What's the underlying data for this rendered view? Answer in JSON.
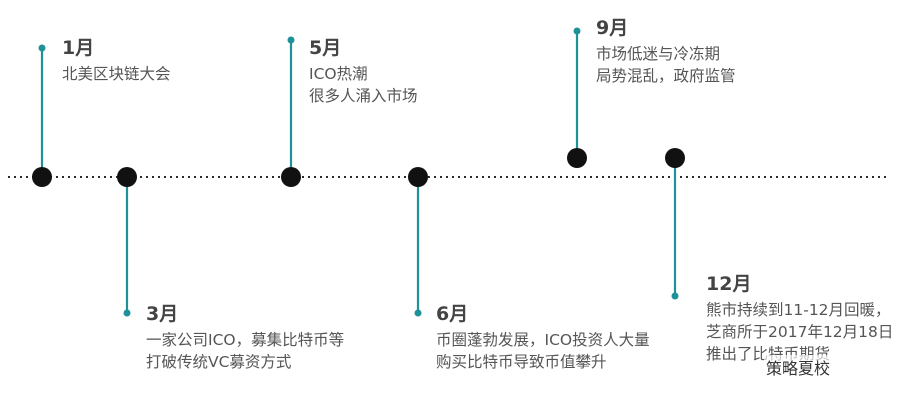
{
  "events": [
    {
      "month": "1月",
      "lines": [
        "北美区块链大会"
      ]
    },
    {
      "month": "3月",
      "lines": [
        "一家公司ICO，募集比特币等",
        "打破传统VC募资方式"
      ]
    },
    {
      "month": "5月",
      "lines": [
        "ICO热潮",
        "很多人涌入市场"
      ]
    },
    {
      "month": "6月",
      "lines": [
        "币圈蓬勃发展，ICO投资人大量",
        "购买比特币导致币值攀升"
      ]
    },
    {
      "month": "9月",
      "lines": [
        "市场低迷与冷冻期",
        "局势混乱，政府监管"
      ]
    },
    {
      "month": "12月",
      "lines": [
        "熊市持续到11-12月回暖，",
        "芝商所于2017年12月18日",
        "推出了比特币期货"
      ]
    }
  ],
  "watermark": "策略夏校",
  "colors": {
    "stem": "#1f9198",
    "node": "#111111",
    "axis": "#2b2b2b"
  }
}
